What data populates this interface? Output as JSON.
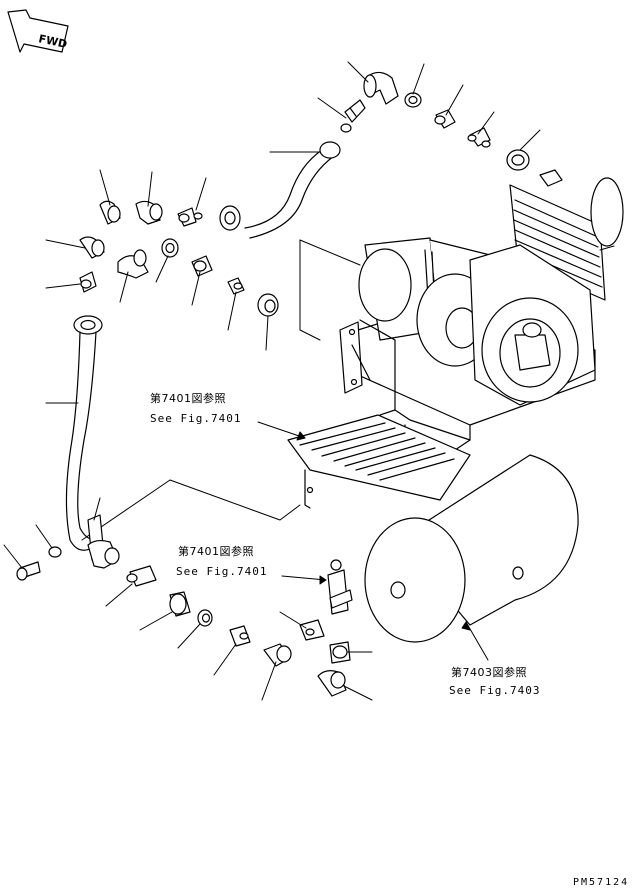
{
  "fwd_label": "FWD",
  "callouts": [
    {
      "id": "ref-7401-upper",
      "jp": "第7401図参照",
      "en": "See Fig.7401"
    },
    {
      "id": "ref-7401-lower",
      "jp": "第7401図参照",
      "en": "See Fig.7401"
    },
    {
      "id": "ref-7403",
      "jp": "第7403図参照",
      "en": "See Fig.7403"
    }
  ],
  "drawing_number": "PM57124",
  "icons": [
    "fwd-arrow-icon"
  ],
  "colors": {
    "line": "#000000",
    "background": "#ffffff"
  }
}
